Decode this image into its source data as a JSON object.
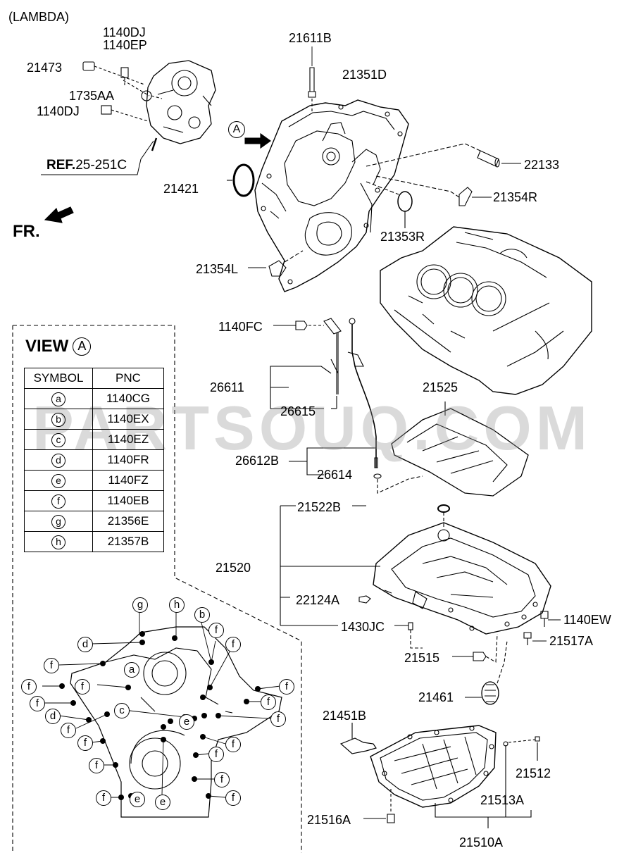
{
  "variant": "(LAMBDA)",
  "watermark": "PARTSOUQ.COM",
  "direction_label": "FR.",
  "reference": {
    "prefix": "REF.",
    "code": "25-251C"
  },
  "view_marker": "A",
  "part_labels": {
    "p1140dj_a": "1140DJ",
    "p1140ep": "1140EP",
    "p21473": "21473",
    "p1735aa": "1735AA",
    "p1140dj_b": "1140DJ",
    "p21611b": "21611B",
    "p21351d": "21351D",
    "p22133": "22133",
    "p21421": "21421",
    "p21354r": "21354R",
    "p21353r": "21353R",
    "p21354l": "21354L",
    "p1140fc": "1140FC",
    "p26611": "26611",
    "p26615": "26615",
    "p21525": "21525",
    "p26612b": "26612B",
    "p26614": "26614",
    "p21522b": "21522B",
    "p21520": "21520",
    "p22124a": "22124A",
    "p1430jc": "1430JC",
    "p1140ew": "1140EW",
    "p21517a": "21517A",
    "p21515": "21515",
    "p21461": "21461",
    "p21451b": "21451B",
    "p21512": "21512",
    "p21513a": "21513A",
    "p21516a": "21516A",
    "p21510a": "21510A"
  },
  "view_table": {
    "title": "VIEW",
    "marker": "A",
    "headers": [
      "SYMBOL",
      "PNC"
    ],
    "rows": [
      {
        "symbol": "a",
        "pnc": "1140CG"
      },
      {
        "symbol": "b",
        "pnc": "1140EX"
      },
      {
        "symbol": "c",
        "pnc": "1140EZ"
      },
      {
        "symbol": "d",
        "pnc": "1140FR"
      },
      {
        "symbol": "e",
        "pnc": "1140FZ"
      },
      {
        "symbol": "f",
        "pnc": "1140EB"
      },
      {
        "symbol": "g",
        "pnc": "21356E"
      },
      {
        "symbol": "h",
        "pnc": "21357B"
      }
    ]
  },
  "view_callouts": {
    "g": "g",
    "h": "h",
    "b": "b",
    "d": "d",
    "f": "f",
    "a": "a",
    "c": "c",
    "e": "e"
  }
}
